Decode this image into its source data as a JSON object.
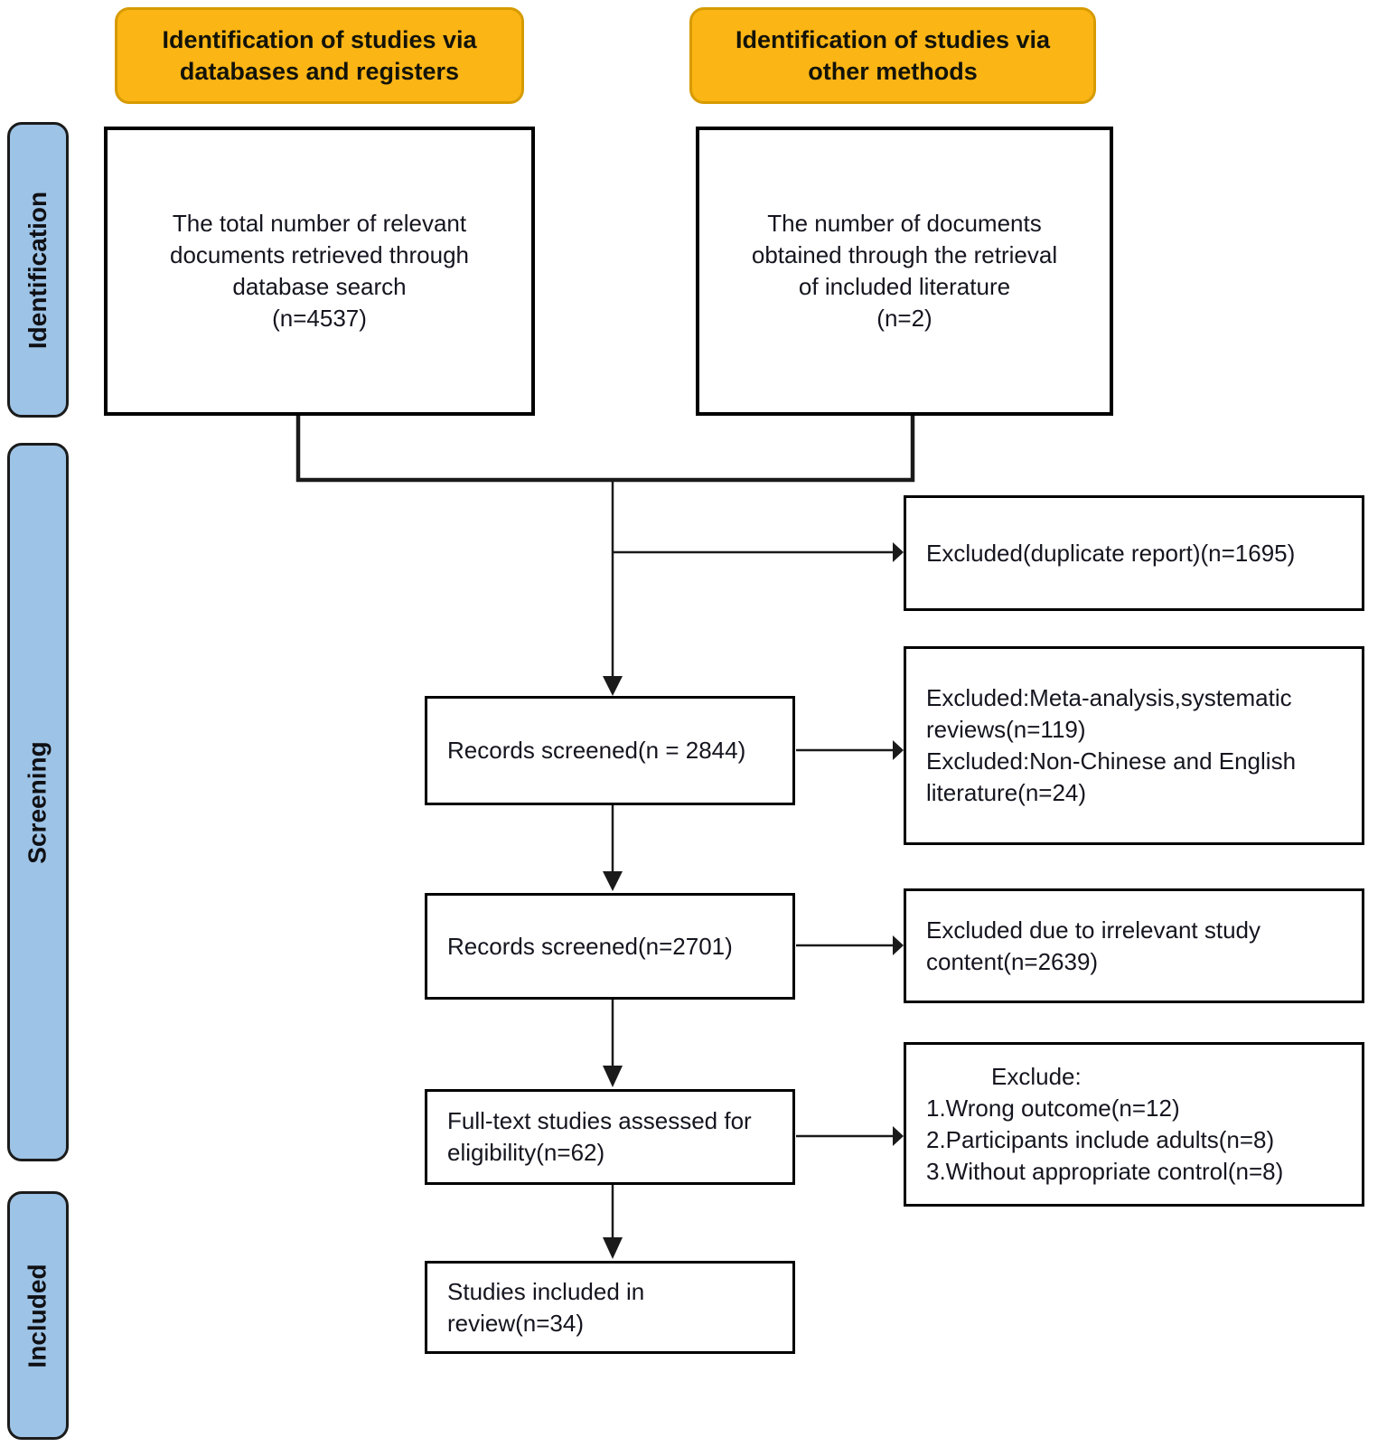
{
  "headers": {
    "left": "Identification of studies via\ndatabases and registers",
    "right": "Identification of studies via\nother methods"
  },
  "stages": {
    "identification": "Identification",
    "screening": "Screening",
    "included": "Included"
  },
  "boxes": {
    "db_search": "The total number of relevant\ndocuments retrieved through\ndatabase search\n(n=4537)",
    "other_methods": "The number of documents\nobtained through the retrieval\nof included literature\n(n=2)",
    "excluded_duplicates": "Excluded(duplicate report)(n=1695)",
    "records_screened_1": "Records screened(n = 2844)",
    "excluded_meta": "Excluded:Meta-analysis,systematic\nreviews(n=119)\nExcluded:Non-Chinese and English\nliterature(n=24)",
    "records_screened_2": "Records screened(n=2701)",
    "excluded_irrelevant": "Excluded due to irrelevant study\ncontent(n=2639)",
    "fulltext": "Full-text studies assessed for\neligibility(n=62)",
    "exclude_header": "Exclude:",
    "exclude_items": "1.Wrong outcome(n=12)\n2.Participants include adults(n=8)\n3.Without appropriate control(n=8)",
    "included_review": "Studies included in\nreview(n=34)"
  },
  "colors": {
    "header_bg": "#FBB515",
    "header_border": "#D79B00",
    "stage_bg": "#9DC3E6",
    "stage_border": "#1b1b1b",
    "box_border": "#000000",
    "line": "#1a1a1a",
    "text": "#15151f"
  }
}
